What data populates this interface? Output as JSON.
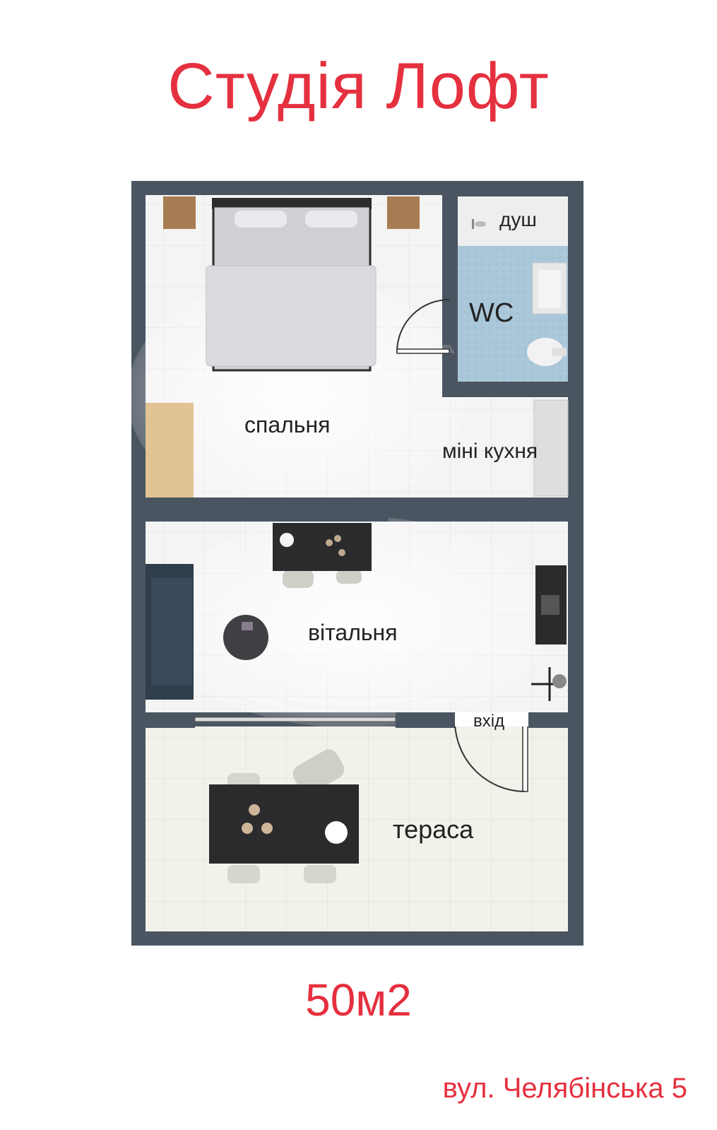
{
  "title": "Студія Лофт",
  "area": "50м2",
  "address": "вул. Челябінська 5",
  "rooms": {
    "shower": "душ",
    "wc": "WC",
    "bedroom": "спальня",
    "kitchen": "міні кухня",
    "living": "вітальня",
    "entrance": "вхід",
    "terrace": "тераса"
  },
  "colors": {
    "title": "#e5303f",
    "wall": "#4a5561",
    "bathroom_tile": "#a9c6d8",
    "floor": "#f2f2f2",
    "terrace_floor": "#f3f3ec"
  }
}
